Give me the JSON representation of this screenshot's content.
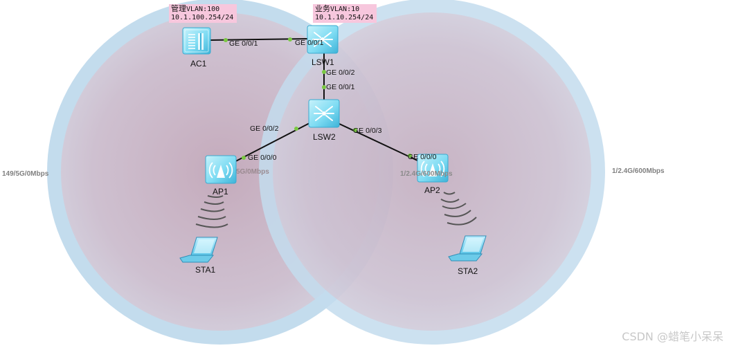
{
  "tags": {
    "mgmt": {
      "name": "管理",
      "vlan": "VLAN:100",
      "ip": "10.1.100.254/24"
    },
    "biz": {
      "name": "业务",
      "vlan": "VLAN:10",
      "ip": "10.1.10.254/24"
    }
  },
  "devices": {
    "ac1": "AC1",
    "lsw1": "LSW1",
    "lsw2": "LSW2",
    "ap1": "AP1",
    "ap2": "AP2",
    "sta1": "STA1",
    "sta2": "STA2"
  },
  "ports": {
    "ac1_g1": "GE 0/0/1",
    "lsw1_g1": "GE 0/0/1",
    "lsw1_g2": "GE 0/0/2",
    "lsw2_g1": "GE 0/0/1",
    "lsw2_g2": "GE 0/0/2",
    "lsw2_g3": "GE 0/0/3",
    "ap1_g0": "GE 0/0/0",
    "ap2_g0": "GE 0/0/0"
  },
  "coverage": {
    "ap1_left": "149/5G/0Mbps",
    "ap1_inner": "5G/0Mbps",
    "ap2_inner": "1/2.4G/600Mbps",
    "ap2_right": "1/2.4G/600Mbps"
  },
  "watermark": "CSDN @蜡笔小呆呆",
  "colors": {
    "coverage_ring": "#c3dced",
    "coverage_fill": "#d9bcc8",
    "tag_bg": "#f7c7dd",
    "device_cyan": "#7fdcf3",
    "port_dot": "#7ac943"
  }
}
